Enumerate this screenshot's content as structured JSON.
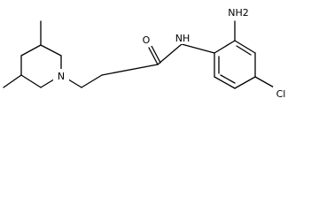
{
  "diagram": {
    "type": "chemical-structure",
    "atom_labels": {
      "amine": "NH2",
      "amide_nitrogen": "NH",
      "carbonyl_oxygen": "O",
      "ring_nitrogen": "N",
      "chlorine": "Cl"
    }
  }
}
